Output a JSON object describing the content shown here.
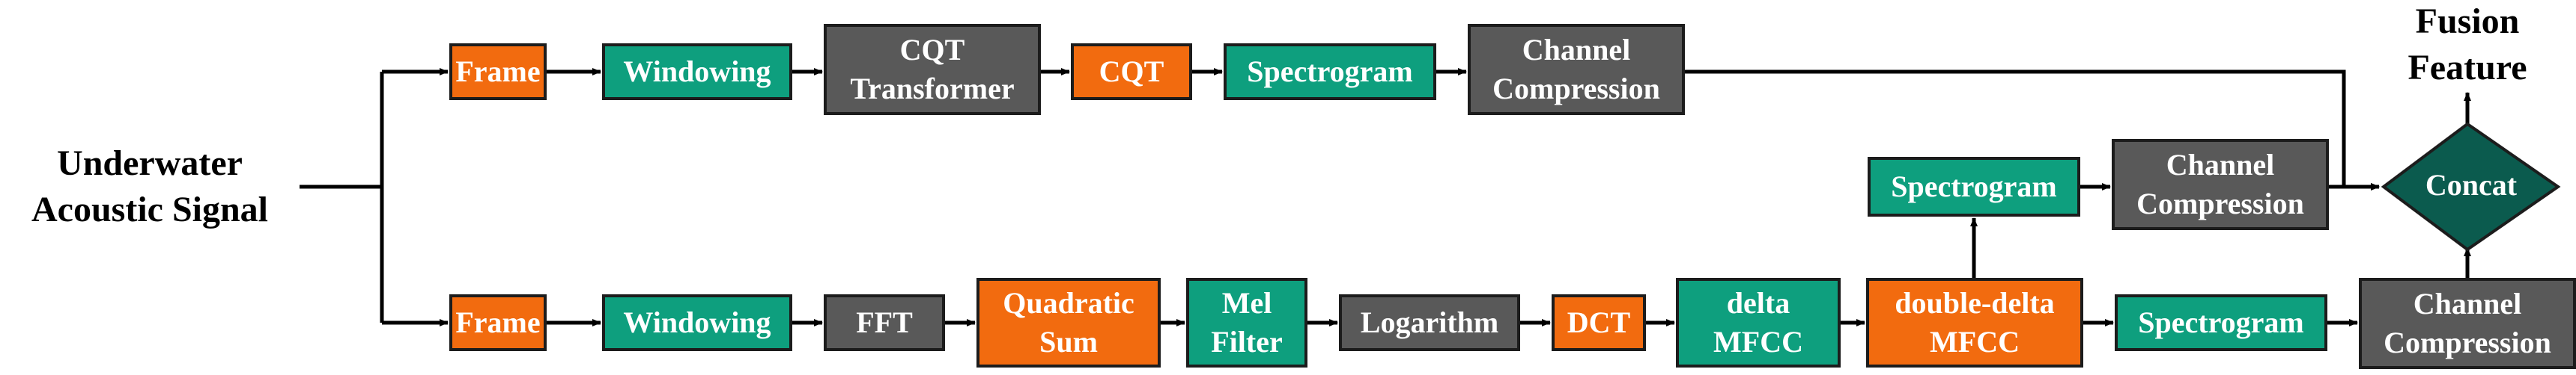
{
  "colors": {
    "orange": "#f26b0f",
    "teal": "#0e9f7e",
    "dark": "#595959",
    "concat": "#0b5b4e",
    "line": "#000000"
  },
  "labels": {
    "input": "Underwater\nAcoustic Signal",
    "output": "Fusion\nFeature"
  },
  "top_path": {
    "frame": "Frame",
    "windowing": "Windowing",
    "cqt_transformer": "CQT\nTransformer",
    "cqt": "CQT",
    "spectrogram": "Spectrogram",
    "channel_compression": "Channel\nCompression"
  },
  "bottom_path": {
    "frame": "Frame",
    "windowing": "Windowing",
    "fft": "FFT",
    "quadratic_sum": "Quadratic\nSum",
    "mel_filter": "Mel\nFilter",
    "logarithm": "Logarithm",
    "dct": "DCT",
    "delta_mfcc": "delta\nMFCC",
    "double_delta_mfcc": "double-delta\nMFCC",
    "spectrogram": "Spectrogram",
    "channel_compression": "Channel\nCompression"
  },
  "middle_path": {
    "spectrogram": "Spectrogram",
    "channel_compression": "Channel\nCompression"
  },
  "fusion": {
    "concat": "Concat"
  }
}
